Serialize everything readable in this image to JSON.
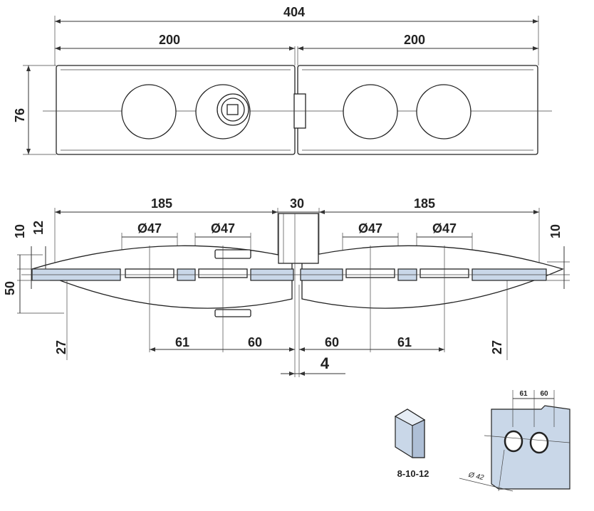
{
  "top_view": {
    "total_width": "404",
    "left_width": "200",
    "right_width": "200",
    "height": "76"
  },
  "side_view": {
    "left_length": "185",
    "center_width": "30",
    "right_length": "185",
    "hole_1": "Ø47",
    "hole_2": "Ø47",
    "hole_3": "Ø47",
    "hole_4": "Ø47",
    "left_glass": "10",
    "left_offset": "12",
    "right_glass": "10",
    "total_height": "50",
    "left_depth": "27",
    "right_depth": "27",
    "left_spacing_1": "61",
    "left_spacing_2": "60",
    "right_spacing_1": "60",
    "right_spacing_2": "61",
    "gap": "4"
  },
  "glass_detail": {
    "thickness_label": "8-10-12"
  },
  "cutout_detail": {
    "spacing_1": "61",
    "spacing_2": "60",
    "diameter": "Ø 42"
  },
  "colors": {
    "glass": "#c9d7e8",
    "line": "#222222"
  }
}
